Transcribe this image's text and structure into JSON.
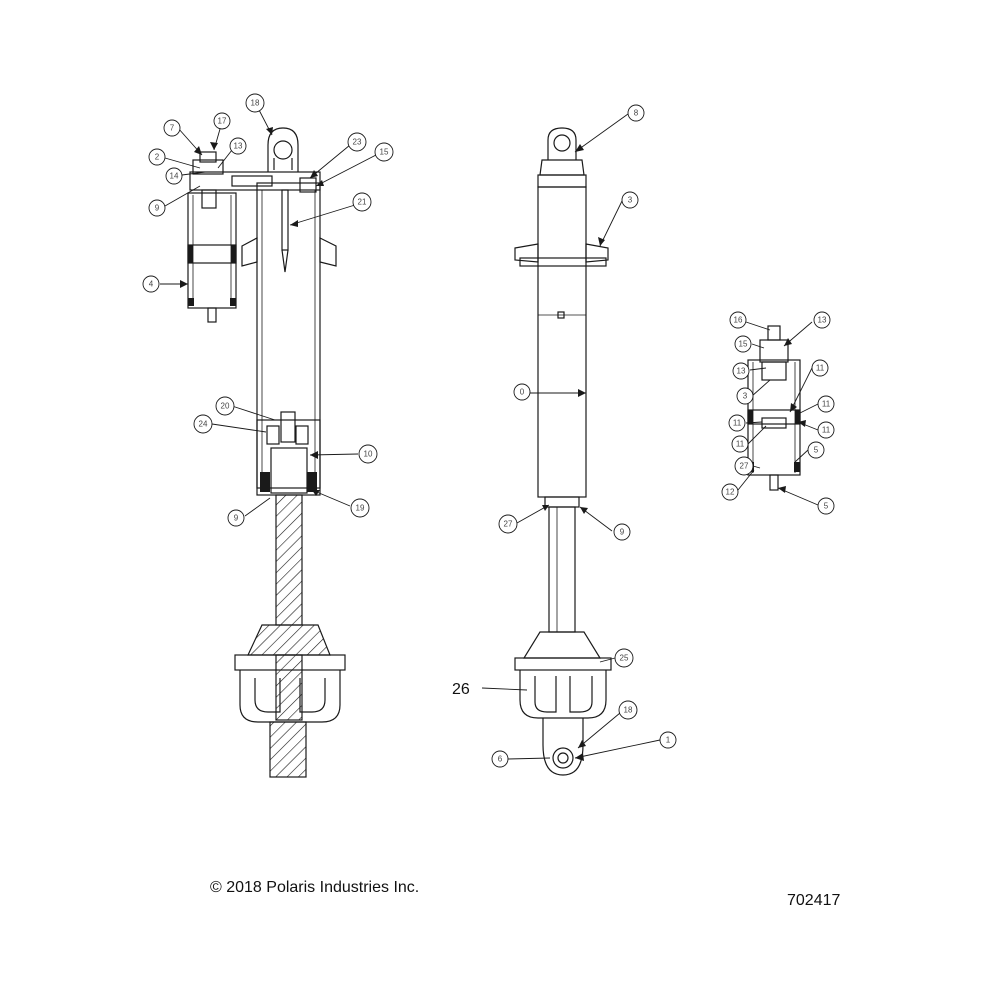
{
  "footer": {
    "copyright": "© 2018 Polaris Industries Inc.",
    "figure_number": "702417"
  },
  "plain_labels": {
    "label_26": "26"
  },
  "callouts": [
    {
      "id": "c7",
      "text": "7",
      "name": "callout-7-left"
    },
    {
      "id": "c17",
      "text": "17",
      "name": "callout-17-left"
    },
    {
      "id": "c18a",
      "text": "18",
      "name": "callout-18-top"
    },
    {
      "id": "c2",
      "text": "2",
      "name": "callout-2-left"
    },
    {
      "id": "c13a",
      "text": "13",
      "name": "callout-13-left"
    },
    {
      "id": "c14",
      "text": "14",
      "name": "callout-14-left"
    },
    {
      "id": "c9a",
      "text": "9",
      "name": "callout-9-left-top"
    },
    {
      "id": "c23",
      "text": "23",
      "name": "callout-23-left"
    },
    {
      "id": "c15",
      "text": "15",
      "name": "callout-15-left"
    },
    {
      "id": "c21",
      "text": "21",
      "name": "callout-21-left"
    },
    {
      "id": "c4",
      "text": "4",
      "name": "callout-4-left"
    },
    {
      "id": "c20",
      "text": "20",
      "name": "callout-20-left"
    },
    {
      "id": "c24",
      "text": "24",
      "name": "callout-24-left"
    },
    {
      "id": "c10",
      "text": "10",
      "name": "callout-10-left"
    },
    {
      "id": "c9b",
      "text": "9",
      "name": "callout-9-left-bottom"
    },
    {
      "id": "c19",
      "text": "19",
      "name": "callout-19-left"
    },
    {
      "id": "c8",
      "text": "8",
      "name": "callout-8-center"
    },
    {
      "id": "c3",
      "text": "3",
      "name": "callout-3-center"
    },
    {
      "id": "c0",
      "text": "0",
      "name": "callout-0-center"
    },
    {
      "id": "c27a",
      "text": "27",
      "name": "callout-27-center"
    },
    {
      "id": "c9c",
      "text": "9",
      "name": "callout-9-center"
    },
    {
      "id": "c25",
      "text": "25",
      "name": "callout-25-center"
    },
    {
      "id": "c18b",
      "text": "18",
      "name": "callout-18-center"
    },
    {
      "id": "c6",
      "text": "6",
      "name": "callout-6-center"
    },
    {
      "id": "c1",
      "text": "1",
      "name": "callout-1-center"
    },
    {
      "id": "c16",
      "text": "16",
      "name": "callout-16-right"
    },
    {
      "id": "c15b",
      "text": "15",
      "name": "callout-15-right"
    },
    {
      "id": "c13b",
      "text": "13",
      "name": "callout-13-right-top"
    },
    {
      "id": "c13c",
      "text": "13",
      "name": "callout-13-right"
    },
    {
      "id": "c3b",
      "text": "3",
      "name": "callout-3-right"
    },
    {
      "id": "c11a",
      "text": "11",
      "name": "callout-11-right-top"
    },
    {
      "id": "c11b",
      "text": "11",
      "name": "callout-11-right"
    },
    {
      "id": "c11c",
      "text": "11",
      "name": "callout-11-right-left"
    },
    {
      "id": "c11d",
      "text": "11",
      "name": "callout-11-right-lower"
    },
    {
      "id": "c11e",
      "text": "11",
      "name": "callout-11-right-inner"
    },
    {
      "id": "c27b",
      "text": "27",
      "name": "callout-27-right"
    },
    {
      "id": "c5a",
      "text": "5",
      "name": "callout-5-right-mid"
    },
    {
      "id": "c12",
      "text": "12",
      "name": "callout-12-right"
    },
    {
      "id": "c5b",
      "text": "5",
      "name": "callout-5-right-bottom"
    }
  ]
}
